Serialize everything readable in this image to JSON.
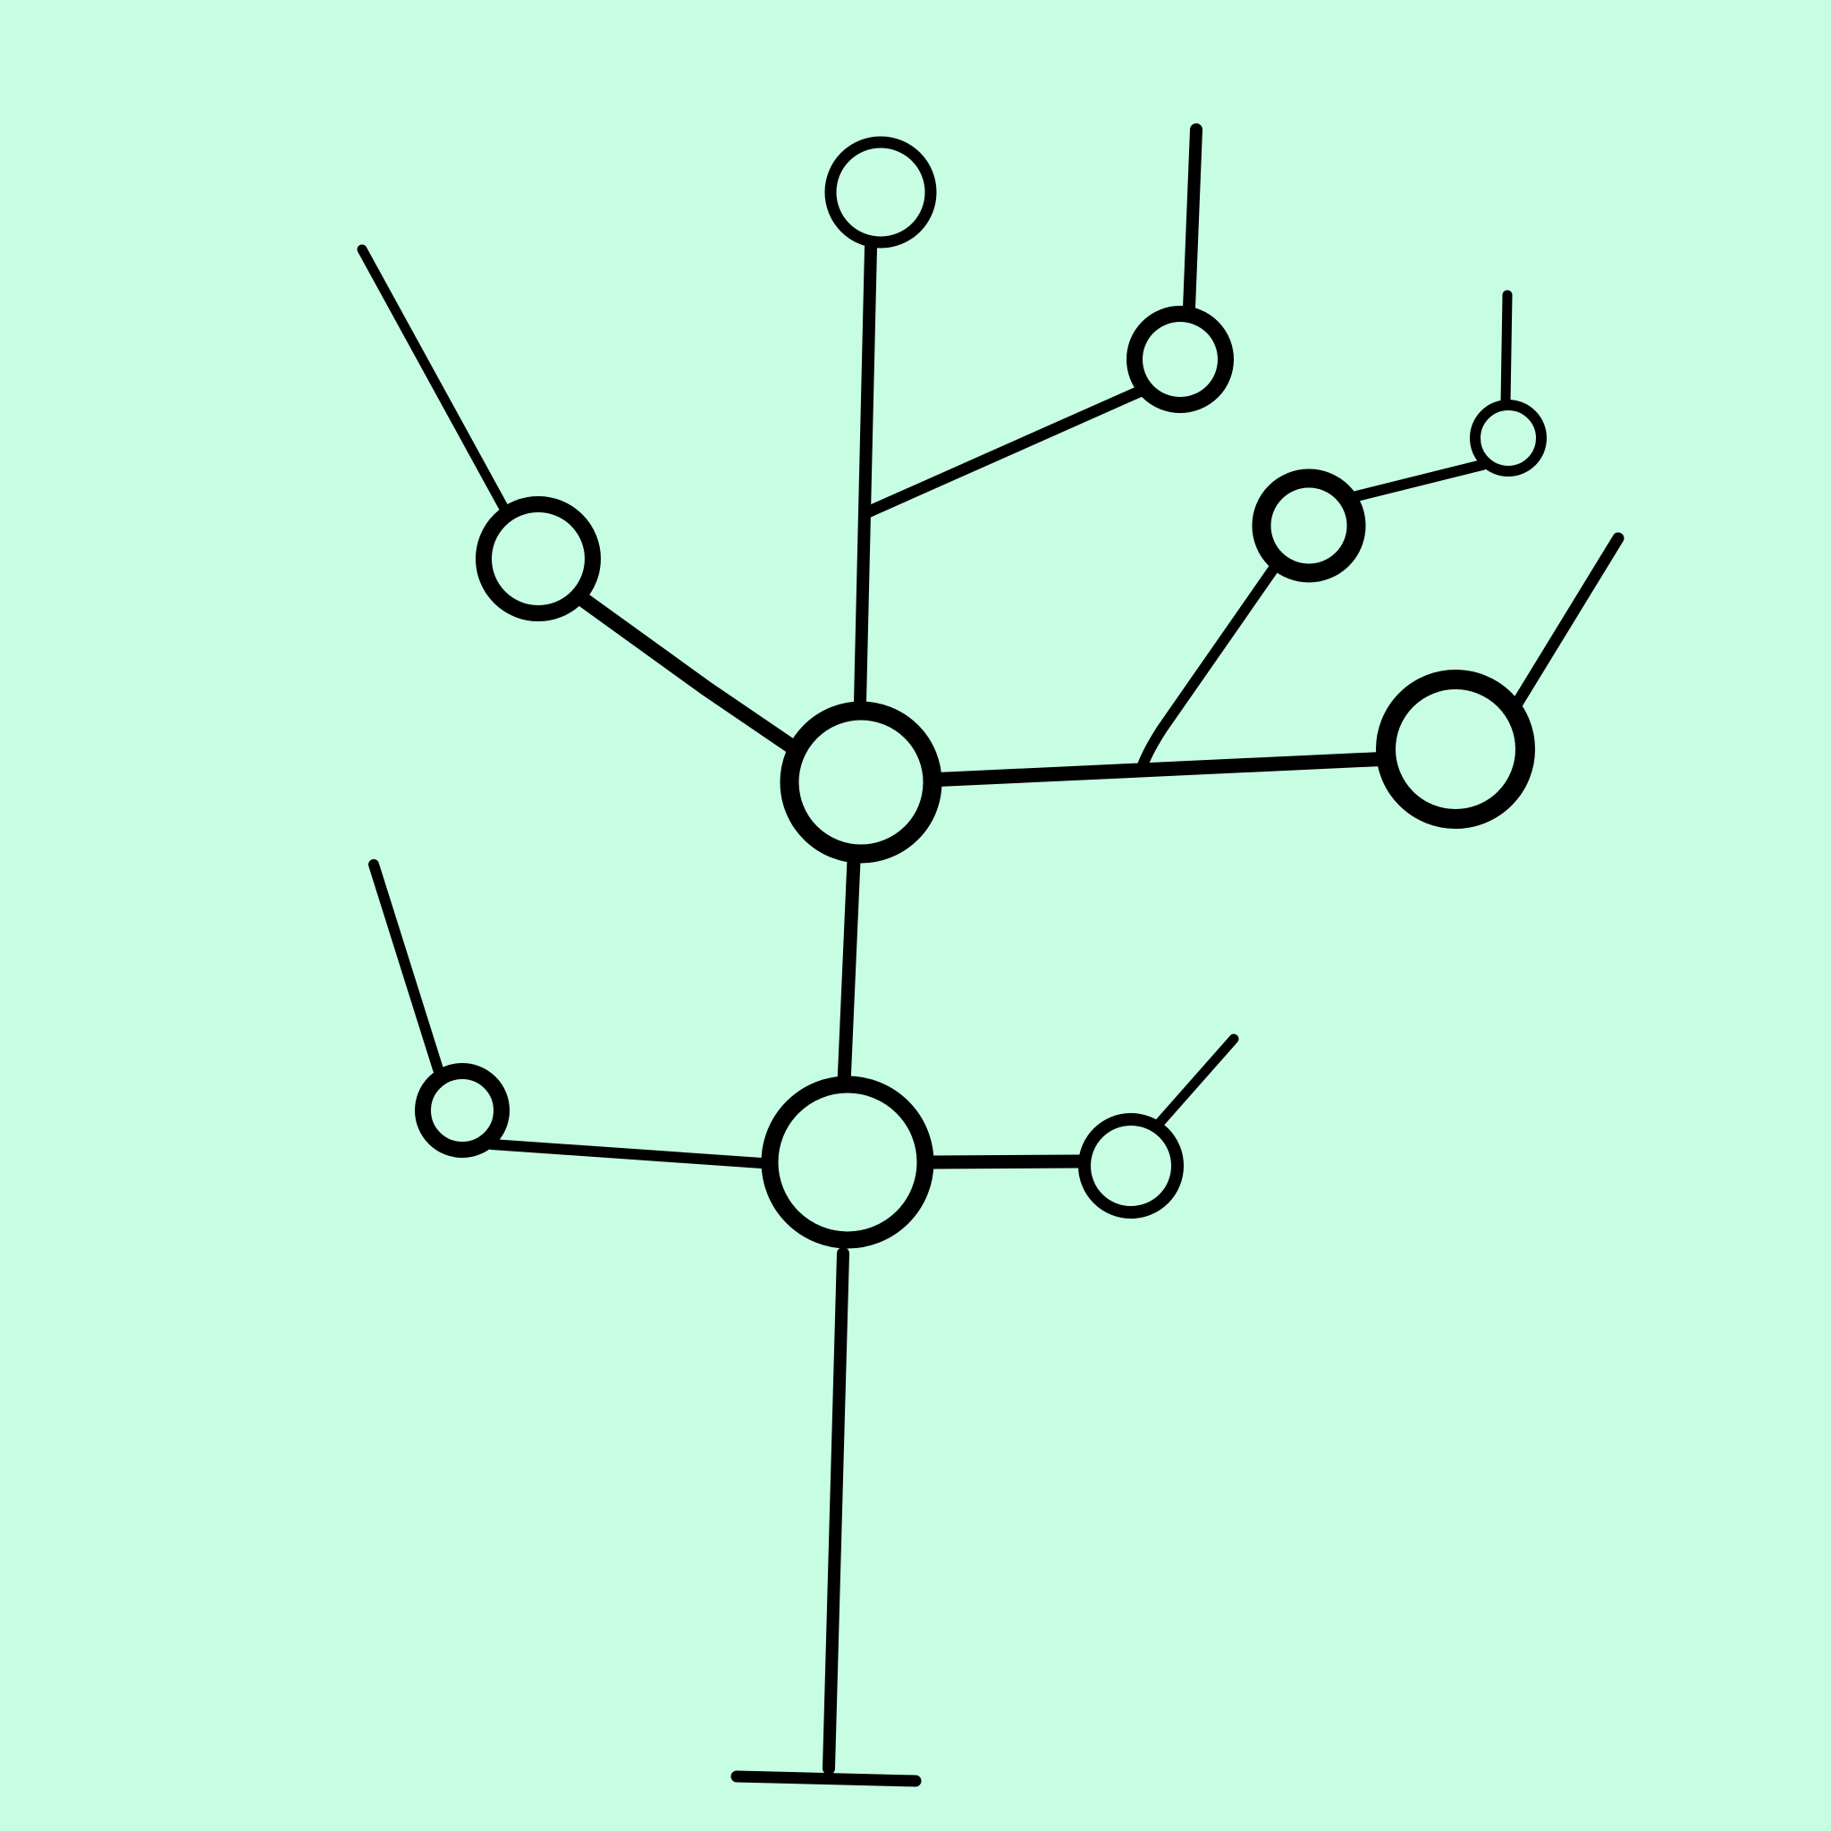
{
  "diagram": {
    "type": "tree",
    "colors": {
      "background": "#c7fde3",
      "ink": "#000000"
    },
    "nodes": [
      {
        "id": "hub-main"
      },
      {
        "id": "hub-lower"
      },
      {
        "id": "node-top"
      },
      {
        "id": "node-upper-mid"
      },
      {
        "id": "node-upper-left"
      },
      {
        "id": "node-right-big"
      },
      {
        "id": "node-right-mid"
      },
      {
        "id": "node-right-small"
      },
      {
        "id": "node-lower-left"
      },
      {
        "id": "node-lower-right"
      }
    ],
    "edges": [
      {
        "from": "hub-main",
        "to": "node-top"
      },
      {
        "from": "hub-main",
        "to": "node-upper-left"
      },
      {
        "from": "hub-main",
        "to": "node-right-big"
      },
      {
        "from": "hub-main",
        "to": "hub-lower"
      },
      {
        "from": "trunk-branch",
        "to": "node-upper-mid"
      },
      {
        "from": "right-branch",
        "to": "node-right-mid"
      },
      {
        "from": "node-right-mid",
        "to": "node-right-small"
      },
      {
        "from": "hub-lower",
        "to": "node-lower-left"
      },
      {
        "from": "hub-lower",
        "to": "node-lower-right"
      },
      {
        "from": "hub-lower",
        "to": "root-base"
      }
    ]
  }
}
